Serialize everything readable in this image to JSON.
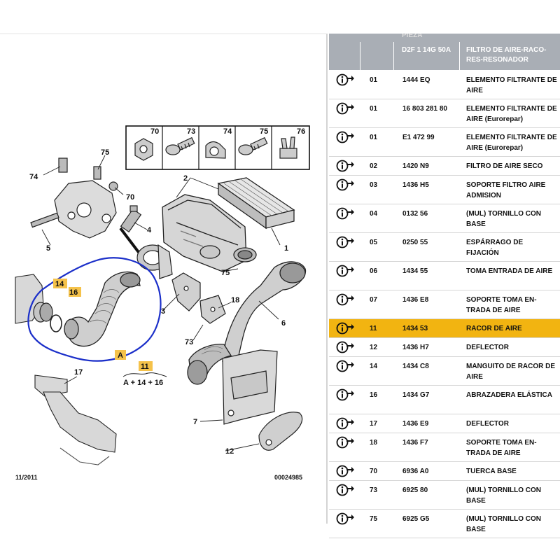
{
  "table": {
    "header": {
      "faded_label": "PIEZA",
      "code_label": "D2F 1 14G 50A",
      "desc_label": "FILTRO DE AIRE-RACO-RES-RESONADOR"
    },
    "rows": [
      {
        "ref": "01",
        "code": "1444 EQ",
        "desc": "ELEMENTO FILTRANTE DE AIRE",
        "selected": false
      },
      {
        "ref": "01",
        "code": "16 803 281 80",
        "desc": "ELEMENTO FILTRANTE DE AIRE (Eurorepar)",
        "selected": false
      },
      {
        "ref": "01",
        "code": "E1 472 99",
        "desc": "ELEMENTO FILTRANTE DE AIRE (Eurorepar)",
        "selected": false
      },
      {
        "ref": "02",
        "code": "1420 N9",
        "desc": "FILTRO DE AIRE SECO",
        "selected": false
      },
      {
        "ref": "03",
        "code": "1436 H5",
        "desc": "SOPORTE FILTRO AIRE ADMISION",
        "selected": false
      },
      {
        "ref": "04",
        "code": "0132 56",
        "desc": "(MUL) TORNILLO CON BASE",
        "selected": false
      },
      {
        "ref": "05",
        "code": "0250 55",
        "desc": "ESPÁRRAGO DE FIJACIÓN",
        "selected": false
      },
      {
        "ref": "06",
        "code": "1434 55",
        "desc": "TOMA ENTRADA DE AIRE",
        "selected": false
      },
      {
        "ref": "07",
        "code": "1436 E8",
        "desc": "SOPORTE TOMA EN-TRADA DE AIRE",
        "selected": false
      },
      {
        "ref": "11",
        "code": "1434 53",
        "desc": "RACOR DE AIRE",
        "selected": true
      },
      {
        "ref": "12",
        "code": "1436 H7",
        "desc": "DEFLECTOR",
        "selected": false
      },
      {
        "ref": "14",
        "code": "1434 C8",
        "desc": "MANGUITO DE RACOR DE AIRE",
        "selected": false
      },
      {
        "ref": "16",
        "code": "1434 G7",
        "desc": "ABRAZADERA ELÁSTICA",
        "selected": false
      },
      {
        "ref": "17",
        "code": "1436 E9",
        "desc": "DEFLECTOR",
        "selected": false
      },
      {
        "ref": "18",
        "code": "1436 F7",
        "desc": "SOPORTE TOMA EN-TRADA DE AIRE",
        "selected": false
      },
      {
        "ref": "70",
        "code": "6936 A0",
        "desc": "TUERCA BASE",
        "selected": false
      },
      {
        "ref": "73",
        "code": "6925 80",
        "desc": "(MUL) TORNILLO CON BASE",
        "selected": false
      },
      {
        "ref": "75",
        "code": "6925 G5",
        "desc": "(MUL) TORNILLO CON BASE",
        "selected": false
      }
    ]
  },
  "diagram": {
    "date": "11/2011",
    "drawing_number": "00024985",
    "legend_numbers": [
      "70",
      "73",
      "74",
      "75",
      "76"
    ],
    "callouts": {
      "c1": "1",
      "c2": "2",
      "c3": "3",
      "c4": "4",
      "c5": "5",
      "c6": "6",
      "c7": "7",
      "c12": "12",
      "c17": "17",
      "c18": "18",
      "c70": "70",
      "c73": "73",
      "c74": "74",
      "c75": "75",
      "c76": "76"
    },
    "highlighted_callouts": {
      "h14": "14",
      "h16": "16",
      "h11": "11",
      "hA": "A"
    },
    "kit_formula": "A + 14 + 16"
  },
  "colors": {
    "header_bg": "#a9aeb5",
    "selected_row": "#f2b411",
    "highlight_box": "#f5c24a",
    "outline_blue": "#1b2fc9"
  },
  "icons": {
    "row_action": "info-arrow-icon"
  }
}
